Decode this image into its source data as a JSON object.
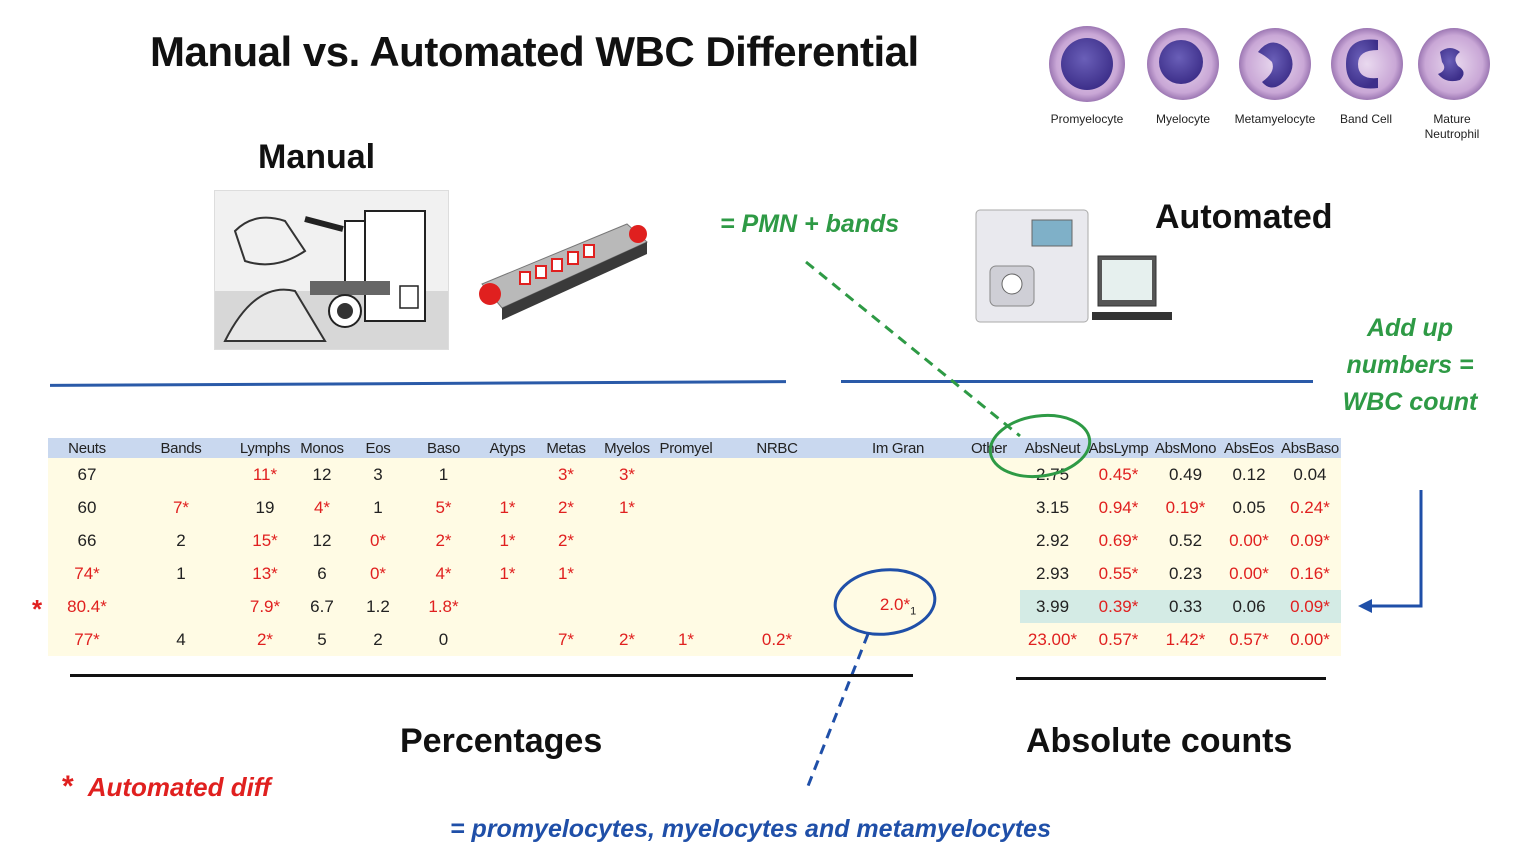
{
  "title": "Manual vs. Automated WBC Differential",
  "cells": [
    {
      "label": "Promyelocyte",
      "icon": "promyelocyte-cell-icon"
    },
    {
      "label": "Myelocyte",
      "icon": "myelocyte-cell-icon"
    },
    {
      "label": "Metamyelocyte",
      "icon": "metamyelocyte-cell-icon"
    },
    {
      "label": "Band Cell",
      "icon": "band-cell-icon"
    },
    {
      "label": "Mature Neutrophil",
      "icon": "mature-neutrophil-cell-icon"
    }
  ],
  "sections": {
    "manual": "Manual",
    "automated": "Automated",
    "percentages": "Percentages",
    "absolute": "Absolute counts"
  },
  "notes": {
    "pmn": "= PMN + bands",
    "add_up": "Add up numbers = WBC count",
    "im_gran": "= promyelocytes, myelocytes and metamyelocytes",
    "legend_star": "*",
    "legend_text": "Automated diff"
  },
  "colors": {
    "flag_red": "#e0201f",
    "green_note": "#2e9a45",
    "blue_note": "#1f4fa8",
    "header_bg": "#c9d8ef",
    "row_bg": "#fffbe4",
    "highlight_bg": "#d4ebe5"
  },
  "table": {
    "columns": [
      "Neuts",
      "Bands",
      "Lymphs",
      "Monos",
      "Eos",
      "Baso",
      "Atyps",
      "Metas",
      "Myelos",
      "Promyel",
      "NRBC",
      "Im Gran",
      "Other",
      "AbsNeut",
      "AbsLymp",
      "AbsMono",
      "AbsEos",
      "AbsBaso"
    ],
    "rows": [
      {
        "automated": false,
        "cells": [
          "67",
          "",
          "11*",
          "12",
          "3",
          "1",
          "",
          "3*",
          "3*",
          "",
          "",
          "",
          "",
          "2.75",
          "0.45*",
          "0.49",
          "0.12",
          "0.04"
        ]
      },
      {
        "automated": false,
        "cells": [
          "60",
          "7*",
          "19",
          "4*",
          "1",
          "5*",
          "1*",
          "2*",
          "1*",
          "",
          "",
          "",
          "",
          "3.15",
          "0.94*",
          "0.19*",
          "0.05",
          "0.24*"
        ]
      },
      {
        "automated": false,
        "cells": [
          "66",
          "2",
          "15*",
          "12",
          "0*",
          "2*",
          "1*",
          "2*",
          "",
          "",
          "",
          "",
          "",
          "2.92",
          "0.69*",
          "0.52",
          "0.00*",
          "0.09*"
        ]
      },
      {
        "automated": false,
        "cells": [
          "74*",
          "1",
          "13*",
          "6",
          "0*",
          "4*",
          "1*",
          "1*",
          "",
          "",
          "",
          "",
          "",
          "2.93",
          "0.55*",
          "0.23",
          "0.00*",
          "0.16*"
        ]
      },
      {
        "automated": true,
        "im_gran_subscript": "1",
        "cells": [
          "80.4*",
          "",
          "7.9*",
          "6.7",
          "1.2",
          "1.8*",
          "",
          "",
          "",
          "",
          "",
          "2.0*",
          "",
          "3.99",
          "0.39*",
          "0.33",
          "0.06",
          "0.09*"
        ]
      },
      {
        "automated": false,
        "cells": [
          "77*",
          "4",
          "2*",
          "5",
          "2",
          "0",
          "",
          "7*",
          "2*",
          "1*",
          "0.2*",
          "",
          "",
          "23.00*",
          "0.57*",
          "1.42*",
          "0.57*",
          "0.00*"
        ]
      }
    ]
  }
}
